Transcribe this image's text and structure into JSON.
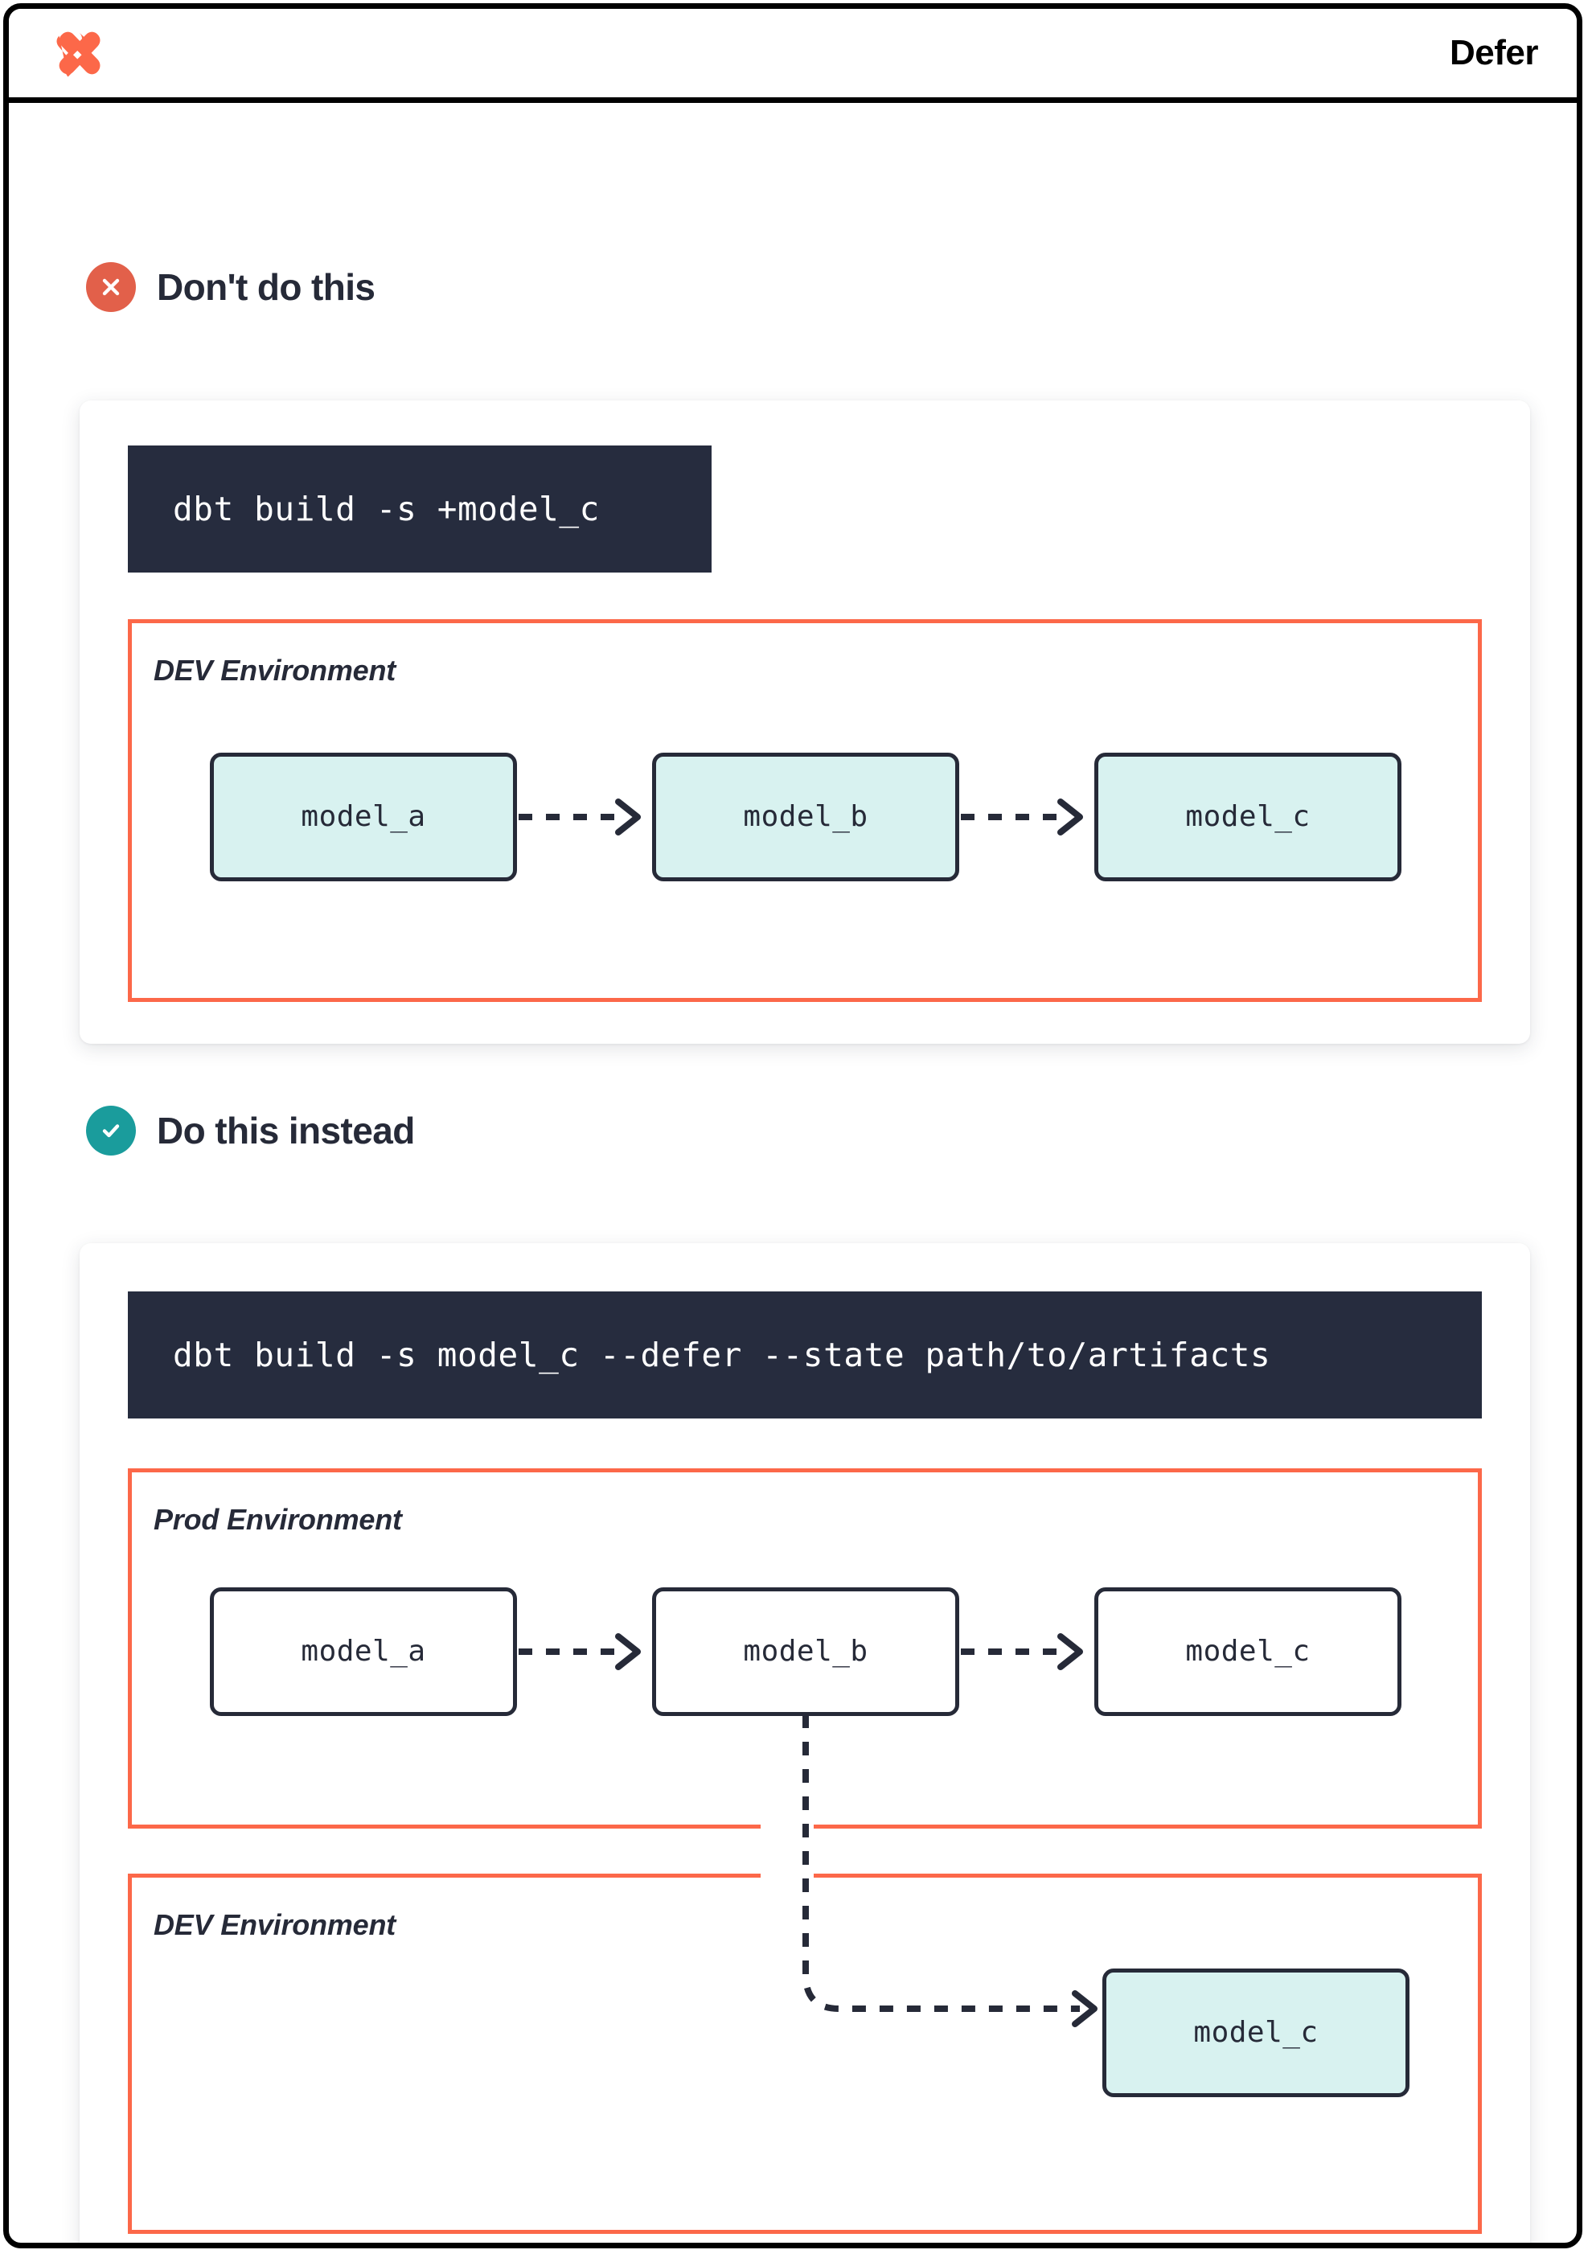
{
  "header": {
    "title": "Defer",
    "logo_icon": "dbt-logo-icon"
  },
  "colors": {
    "brand_orange": "#fc6849",
    "bad_badge": "#e2604a",
    "good_badge": "#1a9c9c",
    "ink": "#262a38",
    "code_bg": "#262c3e",
    "node_fill": "#d8f2f0",
    "frame": "#000000"
  },
  "sections": [
    {
      "id": "dont",
      "badge_icon": "x-circle-icon",
      "heading": "Don't do this",
      "command": "dbt build -s +model_c",
      "environments": [
        {
          "label": "DEV Environment",
          "nodes": [
            {
              "label": "model_a",
              "style": "filled"
            },
            {
              "label": "model_b",
              "style": "filled"
            },
            {
              "label": "model_c",
              "style": "filled"
            }
          ]
        }
      ]
    },
    {
      "id": "do",
      "badge_icon": "check-circle-icon",
      "heading": "Do this instead",
      "command": "dbt build -s model_c --defer --state path/to/artifacts",
      "environments": [
        {
          "label": "Prod Environment",
          "nodes": [
            {
              "label": "model_a",
              "style": "plain"
            },
            {
              "label": "model_b",
              "style": "plain"
            },
            {
              "label": "model_c",
              "style": "plain"
            }
          ]
        },
        {
          "label": "DEV Environment",
          "nodes": [
            {
              "label": "model_c",
              "style": "filled"
            }
          ]
        }
      ]
    }
  ]
}
